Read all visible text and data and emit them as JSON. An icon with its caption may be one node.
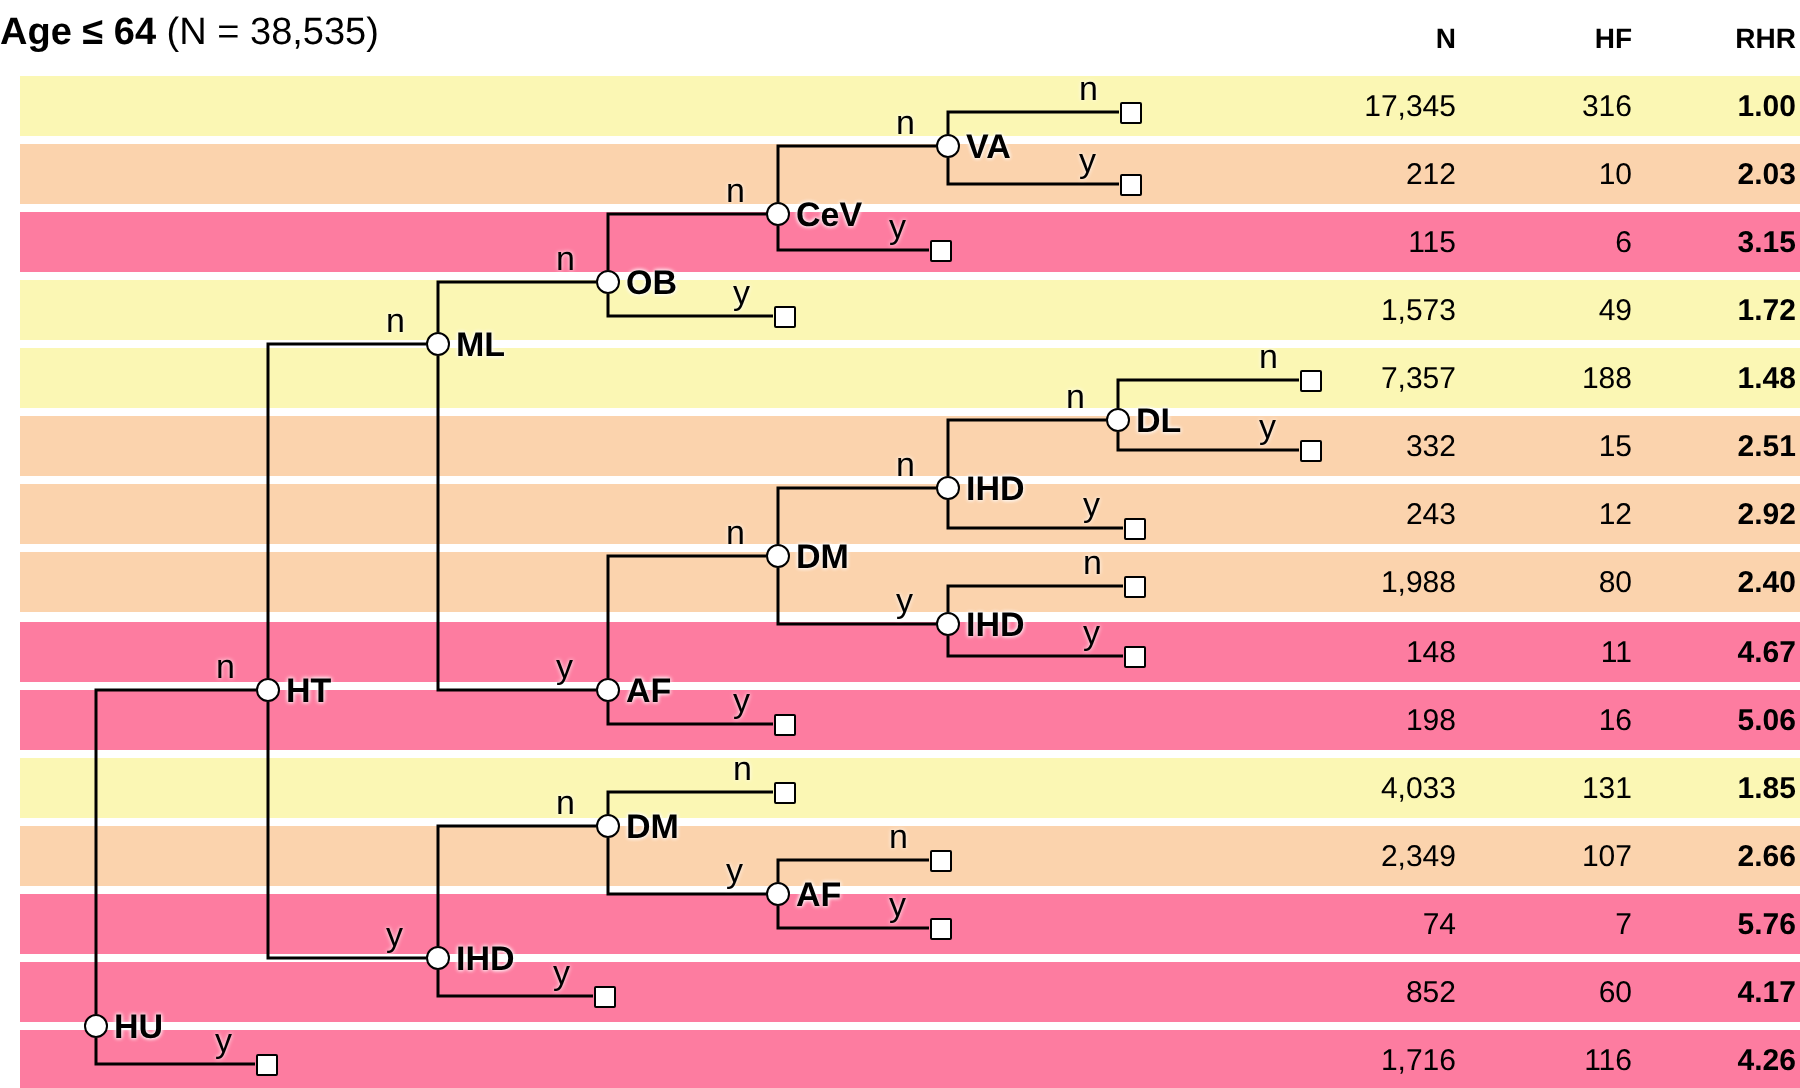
{
  "diagram": {
    "title": "**Age ≤ 64** (N = 38,535)",
    "nodes": [
      {
        "text": [
          "HU"
        ]
      },
      {
        "text": [
          "HT"
        ]
      },
      {
        "text": [
          "ML"
        ]
      },
      {
        "text": [
          "OB"
        ]
      },
      {
        "text": [
          "CeV"
        ]
      },
      {
        "text": [
          "VA"
        ]
      },
      {
        "text": [
          "DM"
        ]
      },
      {
        "text": [
          "IHD"
        ]
      },
      {
        "text": [
          "DL"
        ]
      },
      {
        "text": [
          "IHD"
        ]
      },
      {
        "text": [
          "AF"
        ]
      },
      {
        "text": [
          "IHD"
        ]
      },
      {
        "text": [
          "DM"
        ]
      },
      {
        "text": [
          "AF"
        ]
      },
      {
        "text": [],
        "shape": "box"
      },
      {
        "text": [],
        "shape": "box"
      },
      {
        "text": [],
        "shape": "box"
      },
      {
        "text": [],
        "shape": "box"
      },
      {
        "text": [],
        "shape": "box"
      },
      {
        "text": [],
        "shape": "box"
      },
      {
        "text": [],
        "shape": "box"
      },
      {
        "text": [],
        "shape": "box"
      },
      {
        "text": [],
        "shape": "box"
      },
      {
        "text": [],
        "shape": "box"
      },
      {
        "text": [],
        "shape": "box"
      },
      {
        "text": [],
        "shape": "box"
      },
      {
        "text": [],
        "shape": "box"
      },
      {
        "text": [],
        "shape": "box"
      },
      {
        "text": [],
        "shape": "box"
      }
    ],
    "edges": [
      {
        "from": 0,
        "to": 1,
        "arrow": "none",
        "label": "n"
      },
      {
        "from": 0,
        "to": 28,
        "arrow": "none",
        "label": "y"
      },
      {
        "from": 1,
        "to": 2,
        "arrow": "none",
        "label": "n"
      },
      {
        "from": 1,
        "to": 11,
        "arrow": "none",
        "label": "y"
      },
      {
        "from": 2,
        "to": 3,
        "arrow": "none",
        "label": "n"
      },
      {
        "from": 2,
        "to": 10,
        "arrow": "none",
        "label": "y"
      },
      {
        "from": 3,
        "to": 4,
        "arrow": "none",
        "label": "n"
      },
      {
        "from": 3,
        "to": 17,
        "arrow": "none",
        "label": "y"
      },
      {
        "from": 4,
        "to": 5,
        "arrow": "none",
        "label": "n"
      },
      {
        "from": 4,
        "to": 16,
        "arrow": "none",
        "label": "y"
      },
      {
        "from": 5,
        "to": 14,
        "arrow": "none",
        "label": "n"
      },
      {
        "from": 5,
        "to": 15,
        "arrow": "none",
        "label": "y"
      },
      {
        "from": 10,
        "to": 6,
        "arrow": "none",
        "label": "n"
      },
      {
        "from": 10,
        "to": 23,
        "arrow": "none",
        "label": "y"
      },
      {
        "from": 6,
        "to": 7,
        "arrow": "none",
        "label": "n"
      },
      {
        "from": 6,
        "to": 9,
        "arrow": "none",
        "label": "y"
      },
      {
        "from": 7,
        "to": 8,
        "arrow": "none",
        "label": "n"
      },
      {
        "from": 7,
        "to": 20,
        "arrow": "none",
        "label": "y"
      },
      {
        "from": 8,
        "to": 18,
        "arrow": "none",
        "label": "n"
      },
      {
        "from": 8,
        "to": 19,
        "arrow": "none",
        "label": "y"
      },
      {
        "from": 9,
        "to": 21,
        "arrow": "none",
        "label": "n"
      },
      {
        "from": 9,
        "to": 22,
        "arrow": "none",
        "label": "y"
      },
      {
        "from": 11,
        "to": 12,
        "arrow": "none",
        "label": "n"
      },
      {
        "from": 11,
        "to": 27,
        "arrow": "none",
        "label": "y"
      },
      {
        "from": 12,
        "to": 24,
        "arrow": "none",
        "label": "n"
      },
      {
        "from": 12,
        "to": 13,
        "arrow": "none",
        "label": "y"
      },
      {
        "from": 13,
        "to": 25,
        "arrow": "none",
        "label": "n"
      },
      {
        "from": 13,
        "to": 26,
        "arrow": "none",
        "label": "y"
      }
    ],
    "labels": [
      "N",
      "HF",
      "RHR",
      "17,345",
      "316",
      "1.00",
      "212",
      "10",
      "2.03",
      "115",
      "6",
      "3.15",
      "1,573",
      "49",
      "1.72",
      "7,357",
      "188",
      "1.48",
      "332",
      "15",
      "2.51",
      "243",
      "12",
      "2.92",
      "1,988",
      "80",
      "2.40",
      "148",
      "11",
      "4.67",
      "198",
      "16",
      "5.06",
      "4,033",
      "131",
      "1.85",
      "2,349",
      "107",
      "2.66",
      "74",
      "7",
      "5.76",
      "852",
      "60",
      "4.17",
      "1,716",
      "116",
      "4.26"
    ]
  }
}
